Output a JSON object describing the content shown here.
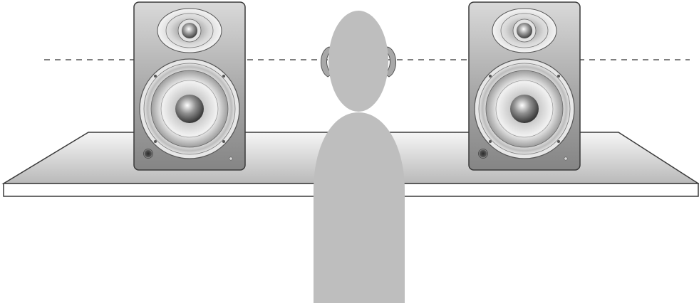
{
  "scene": {
    "description_key": "speaker-placement",
    "speakers": [
      {
        "id": "left",
        "woofer_badge": ""
      },
      {
        "id": "right",
        "woofer_badge": ""
      }
    ],
    "colors": {
      "background": "#ffffff",
      "desk_top_light": "#f4f4f4",
      "desk_top_dark": "#bdbdbd",
      "desk_edge": "#ffffff",
      "outline": "#3a3a3a",
      "cabinet_light": "#cfcfcf",
      "cabinet_dark": "#8e8e8e",
      "person": "#bebebe",
      "headphone": "#a8a8a8",
      "ear_line": "#555555"
    }
  }
}
